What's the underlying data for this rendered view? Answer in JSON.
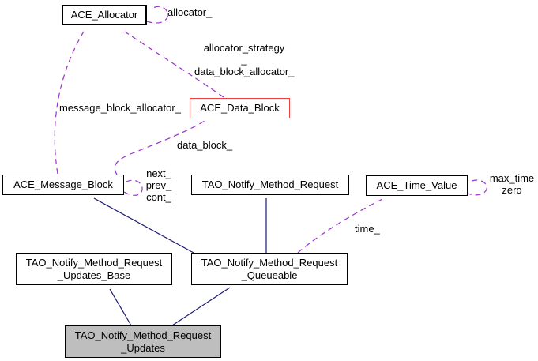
{
  "diagram_type": "doxygen-collaboration-graph",
  "colors": {
    "background": "#ffffff",
    "inheritance_edge": "#191970",
    "usage_edge": "#9a32cd",
    "node_border": "#000000",
    "truncated_node_border": "#ee4040",
    "focus_node_fill": "#bebebe",
    "node_fill": "#ffffff"
  },
  "nodes": {
    "ace_allocator": {
      "label": "ACE_Allocator"
    },
    "ace_data_block": {
      "label": "ACE_Data_Block"
    },
    "ace_message_block": {
      "label": "ACE_Message_Block"
    },
    "tao_notify_method_request": {
      "label": "TAO_Notify_Method_Request"
    },
    "ace_time_value": {
      "label": "ACE_Time_Value"
    },
    "updates_base": {
      "line1": "TAO_Notify_Method_Request",
      "line2": "_Updates_Base"
    },
    "queueable": {
      "line1": "TAO_Notify_Method_Request",
      "line2": "_Queueable"
    },
    "updates": {
      "line1": "TAO_Notify_Method_Request",
      "line2": "_Updates"
    }
  },
  "edge_labels": {
    "allocator_self": "allocator_",
    "strategy_line1": "allocator_strategy",
    "strategy_line2": "_",
    "strategy_line3": "data_block_allocator_",
    "message_block_allocator": "message_block_allocator_",
    "data_block": "data_block_",
    "next": "next_",
    "prev": "prev_",
    "cont": "cont_",
    "time": "time_",
    "max_time": "max_time",
    "zero": "zero"
  }
}
